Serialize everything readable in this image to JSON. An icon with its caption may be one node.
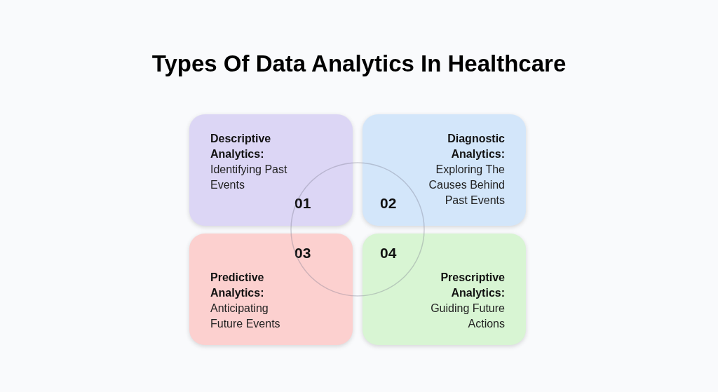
{
  "diagram": {
    "title": "Types Of Data Analytics In Healthcare",
    "nodes": [
      {
        "text": [
          "Descriptive Analytics:",
          "Identifying Past Events",
          "01"
        ]
      },
      {
        "text": [
          "Diagnostic Analytics:",
          "Exploring The Causes Behind Past Events",
          "02"
        ]
      },
      {
        "text": [
          "Predictive Analytics:",
          "Anticipating Future Events",
          "03"
        ]
      },
      {
        "text": [
          "Prescriptive Analytics:",
          "Guiding Future Actions",
          "04"
        ]
      }
    ],
    "edges": []
  }
}
